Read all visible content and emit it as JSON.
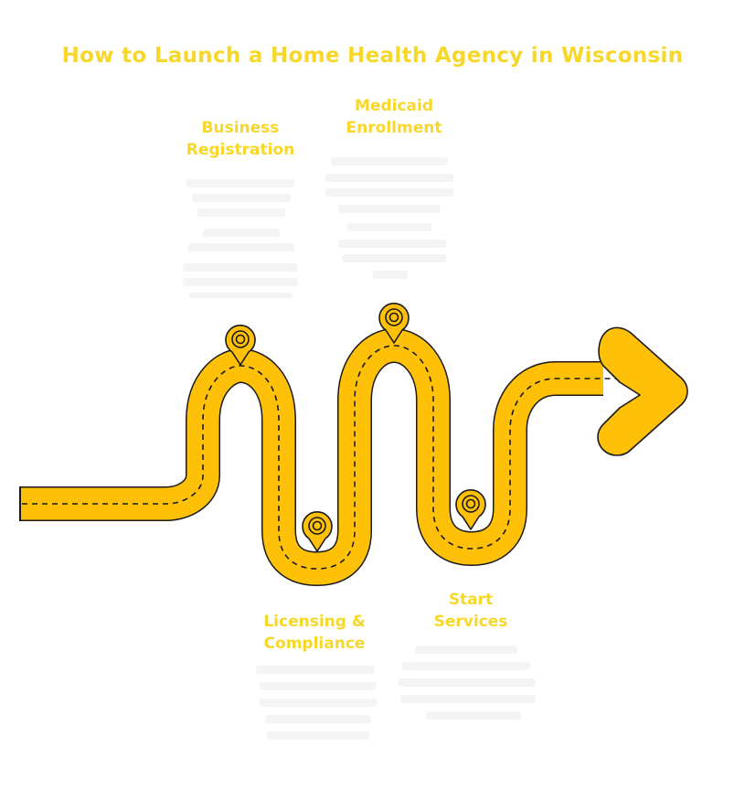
{
  "title": "How to Launch a Home Health Agency in Wisconsin",
  "colors": {
    "accent": "#FFC107",
    "title": "#F7D72A",
    "outline": "#1A1A1A",
    "background": "#FFFFFF",
    "ghost_text": "#F4F4F4"
  },
  "steps": [
    {
      "label_line1": "Business",
      "label_line2": "Registration",
      "marker": "map-pin-icon"
    },
    {
      "label_line1": "Licensing &",
      "label_line2": "Compliance",
      "marker": "map-pin-icon"
    },
    {
      "label_line1": "Medicaid",
      "label_line2": "Enrollment",
      "marker": "map-pin-icon"
    },
    {
      "label_line1": "Start",
      "label_line2": "Services",
      "marker": "map-pin-icon"
    }
  ],
  "arrow_icon": "arrow-right-icon"
}
